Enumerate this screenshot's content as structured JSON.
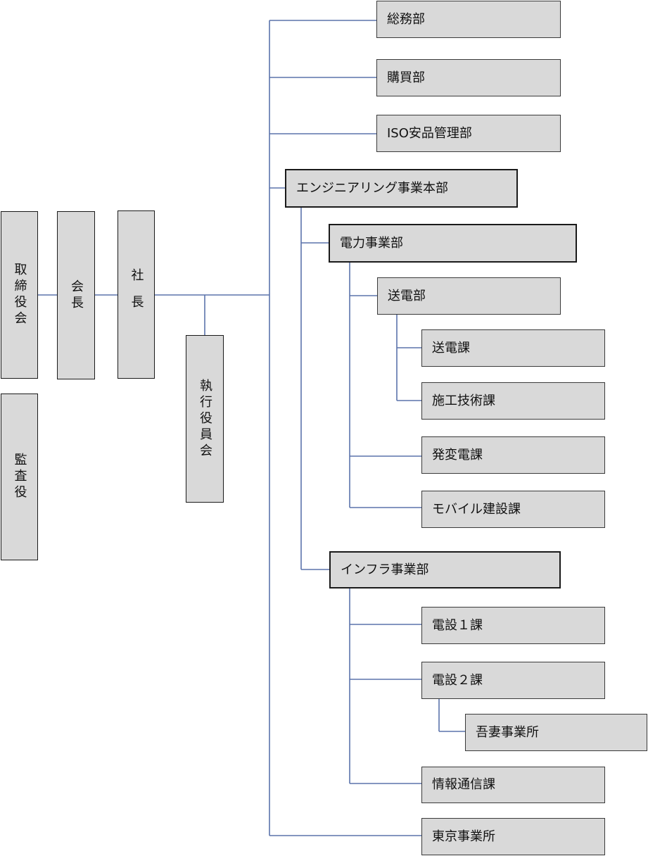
{
  "colors": {
    "connector": "#5b73ab",
    "box_fill": "#d9d9d9"
  },
  "board": "取締役会",
  "chairman": "会長",
  "president": "社長",
  "auditor": "監査役",
  "exec_committee": "執行役員会",
  "departments": {
    "general_affairs": "総務部",
    "purchasing": "購買部",
    "iso_quality": "ISO安品管理部",
    "engineering_hq": "エンジニアリング事業本部",
    "power_div": "電力事業部",
    "transmission_dept": "送電部",
    "transmission_sec": "送電課",
    "construction_tech_sec": "施工技術課",
    "substation_sec": "発変電課",
    "mobile_construction_sec": "モバイル建設課",
    "infra_div": "インフラ事業部",
    "electrical1_sec": "電設１課",
    "electrical2_sec": "電設２課",
    "agatsuma_office": "吾妻事業所",
    "it_comm_sec": "情報通信課",
    "tokyo_office": "東京事業所"
  }
}
